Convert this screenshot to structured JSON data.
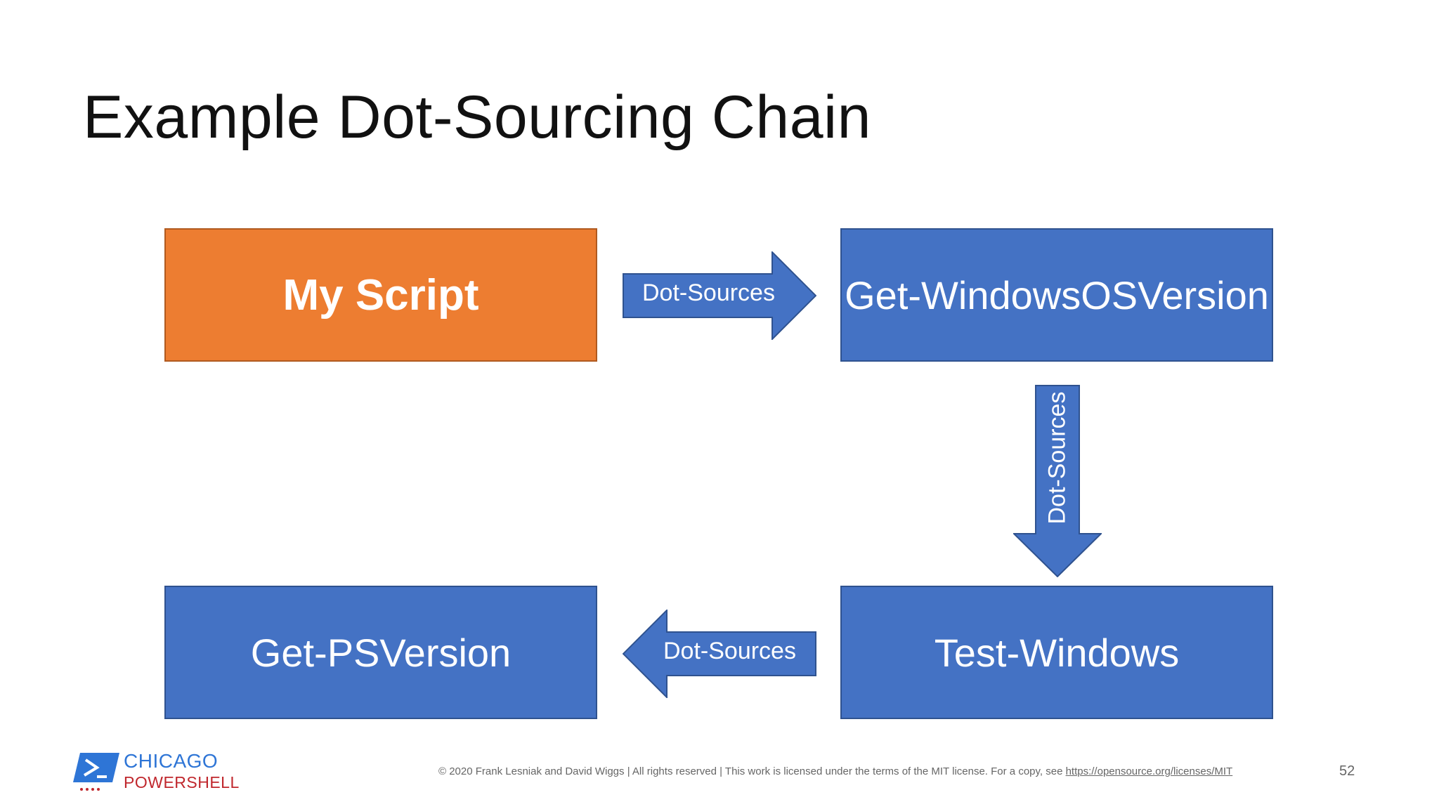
{
  "slide": {
    "title": "Example Dot-Sourcing Chain",
    "page_number": "52"
  },
  "nodes": {
    "my_script": "My Script",
    "get_windows_os_version": "Get-WindowsOSVersion",
    "test_windows": "Test-Windows",
    "get_ps_version": "Get-PSVersion"
  },
  "edges": {
    "right_label": "Dot-Sources",
    "down_label": "Dot-Sources",
    "left_label": "Dot-Sources"
  },
  "footer": {
    "logo_line1": "CHICAGO",
    "logo_line2": "POWERSHELL",
    "copyright": "© 2020 Frank Lesniak and David Wiggs | All rights reserved | This work is licensed under the terms of the MIT license. For a copy, see ",
    "license_link": "https://opensource.org/licenses/MIT"
  },
  "colors": {
    "orange": "#ED7D31",
    "blue": "#4472C4",
    "logo_blue": "#2E75D6",
    "logo_red": "#C0272D"
  }
}
